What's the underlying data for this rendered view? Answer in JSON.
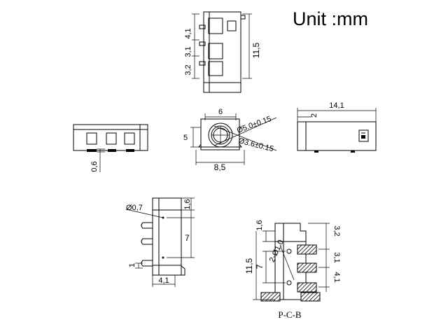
{
  "header": {
    "unit_label": "Unit :mm"
  },
  "top_view": {
    "dims": {
      "d1": "4,1",
      "d2": "3,1",
      "d3": "3,2",
      "overall": "11,5"
    }
  },
  "front_view": {
    "dims": {
      "height": "0,6"
    }
  },
  "end_view": {
    "dims": {
      "top_width": "6",
      "height": "5",
      "bottom_width": "8,5",
      "outer_dia": "Ø5.0±0.15",
      "inner_dia": "Ø3.6±0.15"
    }
  },
  "side_view": {
    "dims": {
      "length": "14,1",
      "offset": "2"
    }
  },
  "lower_left_view": {
    "dims": {
      "hole": "Ø0,7",
      "top": "1,6",
      "pitch": "7",
      "small": "1",
      "base": "4,1"
    }
  },
  "pcb_view": {
    "dims": {
      "top": "1,6",
      "pitch": "7",
      "overall": "11,5",
      "holes": "2-Ø1.0",
      "r1": "3,2",
      "r2": "3,1",
      "r3": "4,1"
    },
    "caption": "P-C-B"
  }
}
